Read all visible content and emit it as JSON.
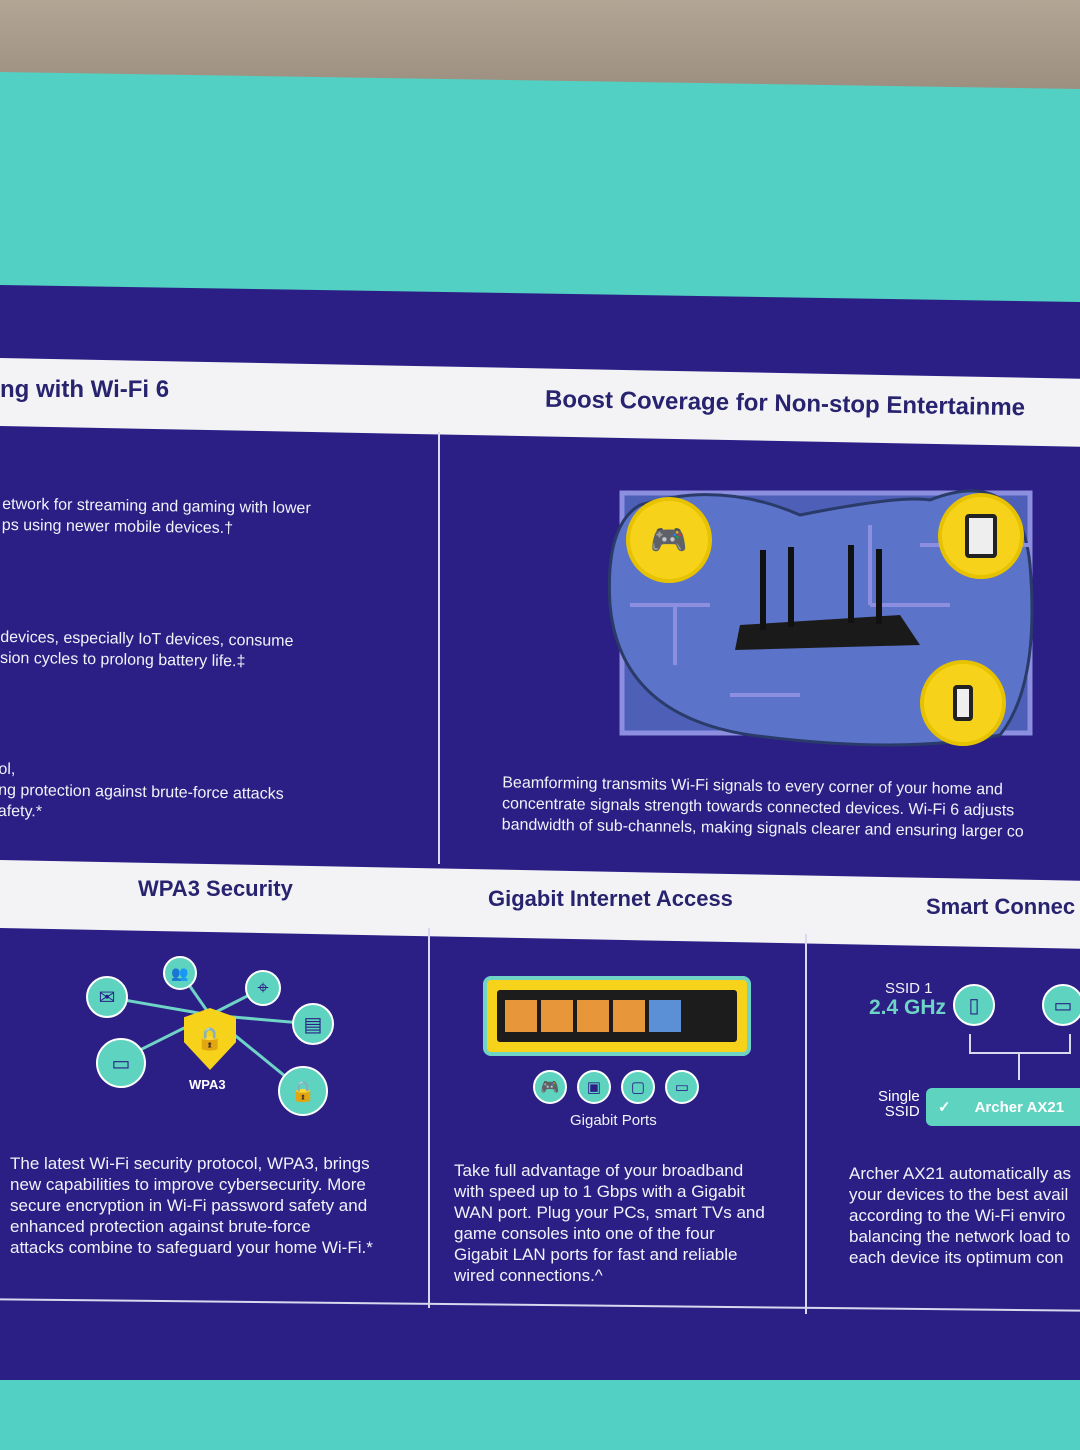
{
  "sec_top_left": {
    "title": "ng with Wi-Fi 6",
    "p1": [
      "etwork for streaming and gaming with lower",
      "ps using newer mobile devices.†"
    ],
    "p2": [
      "devices, especially IoT devices, consume",
      "sion cycles to prolong battery life.‡"
    ],
    "p3": [
      "ol,",
      "ng protection against brute-force attacks",
      "afety.*"
    ]
  },
  "sec_coverage": {
    "title": "Boost Coverage for Non-stop Entertainme",
    "desc": [
      "Beamforming transmits Wi-Fi signals to every corner of your home and",
      "concentrate signals strength towards connected devices. Wi-Fi 6 adjusts",
      "bandwidth of sub-channels, making signals clearer and ensuring larger co"
    ]
  },
  "sec_wpa3": {
    "title": "WPA3 Security",
    "badge": "WPA3",
    "desc": [
      "The latest Wi-Fi security protocol, WPA3, brings",
      "new capabilities to improve cybersecurity. More",
      "secure encryption in Wi-Fi password safety and",
      "enhanced protection against brute-force",
      "attacks combine to safeguard your home Wi-Fi.*"
    ]
  },
  "sec_gigabit": {
    "title": "Gigabit Internet Access",
    "ports_label": "Gigabit Ports",
    "desc": [
      "Take full advantage of your broadband",
      "with speed up to 1 Gbps with a Gigabit",
      "WAN port. Plug your PCs, smart TVs and",
      "game consoles into one of the four",
      "Gigabit LAN ports for fast and reliable",
      "wired connections.^"
    ]
  },
  "sec_smart": {
    "title": "Smart Connec",
    "ssid": "SSID 1",
    "band": "2.4 GHz",
    "single": "Single",
    "ssid2": "SSID",
    "check": "✓",
    "router": "Archer AX21",
    "desc": [
      "Archer AX21 automatically as",
      "your devices to the best avail",
      "according to the Wi-Fi enviro",
      "balancing the network load to",
      "each device its optimum con"
    ]
  }
}
